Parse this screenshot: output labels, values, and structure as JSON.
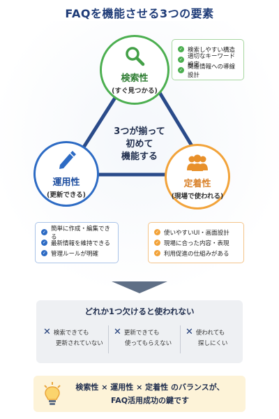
{
  "title": "FAQを機能させる3つの要素",
  "center": {
    "line1": "3つが揃って",
    "line2": "初めて",
    "line3": "機能する"
  },
  "nodes": {
    "search": {
      "name": "検索性",
      "sub": "(すぐ見つかる)",
      "icon": "magnifier-icon",
      "color": "#4caf50"
    },
    "operation": {
      "name": "運用性",
      "sub": "(更新できる)",
      "icon": "pencil-icon",
      "color": "#2d6bc4"
    },
    "adoption": {
      "name": "定着性",
      "sub": "(現場で使われる)",
      "icon": "people-icon",
      "color": "#f2a33a"
    }
  },
  "boxes": {
    "search": [
      "検索しやすい構造",
      "適切なキーワード設定",
      "関連情報への導線設計"
    ],
    "operation": [
      "簡単に作成・編集できる",
      "最新情報を維持できる",
      "管理ルールが明確"
    ],
    "adoption": [
      "使いやすいUI・画面設計",
      "現場に合った内容・表現",
      "利用促進の仕組みがある"
    ]
  },
  "warning": {
    "title": "どれか1つ欠けると使われない",
    "items": [
      {
        "line1": "検索できても",
        "line2": "更新されていない"
      },
      {
        "line1": "更新できても",
        "line2": "使ってもらえない"
      },
      {
        "line1": "使われても",
        "line2": "探しにくい"
      }
    ]
  },
  "conclusion": {
    "line1": "検索性 × 運用性 × 定着性 のバランスが、",
    "line2": "FAQ活用成功の鍵です"
  }
}
